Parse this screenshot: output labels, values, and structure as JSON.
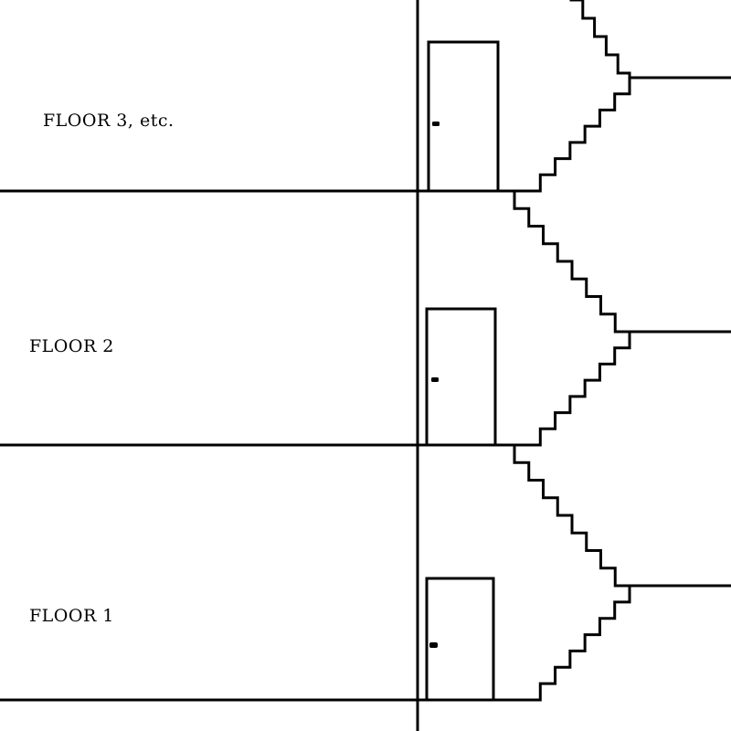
{
  "floors": [
    {
      "label": "FLOOR 3, etc."
    },
    {
      "label": "FLOOR 2"
    },
    {
      "label": "FLOOR 1"
    }
  ],
  "colors": {
    "line": "#000000",
    "background": "#ffffff"
  }
}
